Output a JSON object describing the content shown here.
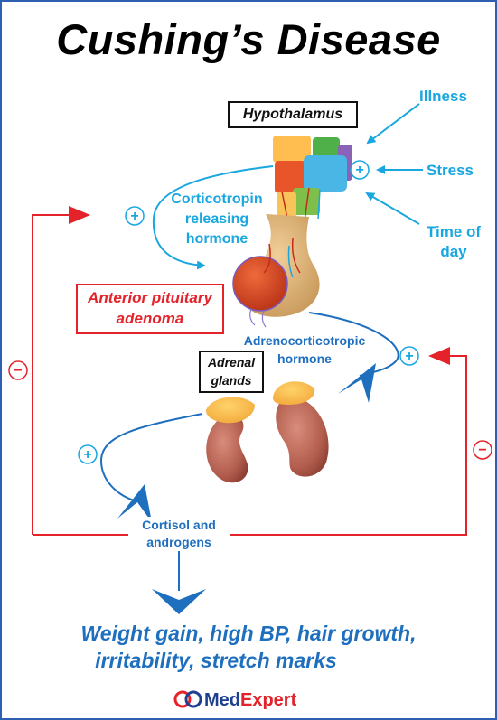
{
  "title": "Cushing’s Disease",
  "labels": {
    "hypothalamus": "Hypothalamus",
    "pituitary": [
      "Anterior pituitary",
      "adenoma"
    ],
    "adrenal": [
      "Adrenal",
      "glands"
    ]
  },
  "stimuli": [
    "Illness",
    "Stress",
    "Time of day"
  ],
  "hormones": {
    "crh": [
      "Corticotropin",
      "releasing",
      "hormone"
    ],
    "acth": [
      "Adrenocorticotropic",
      "hormone"
    ],
    "cortisol": [
      "Cortisol and",
      "androgens"
    ]
  },
  "signs": {
    "plus": "+",
    "minus": "−"
  },
  "outcome": [
    "Weight gain, high BP, hair growth,",
    "irritability, stretch marks"
  ],
  "logo": {
    "part1": "Med",
    "part2": "Expert"
  },
  "colors": {
    "red": "#e32229",
    "cyan": "#1aa7e0",
    "blue": "#1f6fbf",
    "frame": "#2e5fb0"
  }
}
